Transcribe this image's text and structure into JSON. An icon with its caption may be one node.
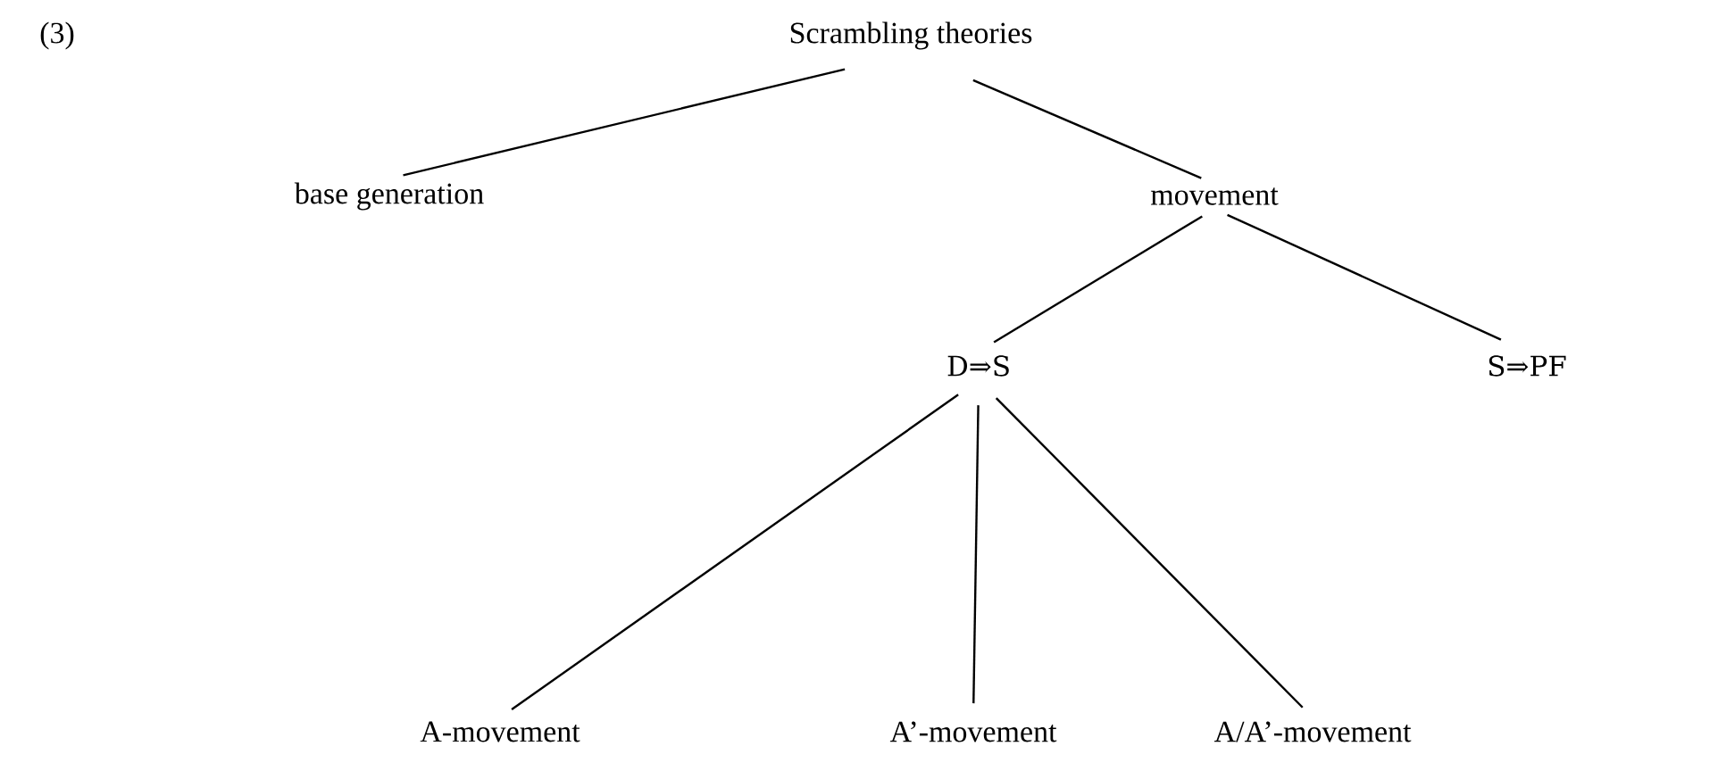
{
  "diagram": {
    "nodes": [
      {
        "text": [
          "Scrambling theories"
        ]
      },
      {
        "text": [
          "base generation"
        ]
      },
      {
        "text": [
          "movement"
        ]
      },
      {
        "text": [
          "D⇒S"
        ]
      },
      {
        "text": [
          "S⇒PF"
        ]
      },
      {
        "text": [
          "A-movement"
        ]
      },
      {
        "text": [
          "A’-movement"
        ]
      },
      {
        "text": [
          "A/A’-movement"
        ]
      }
    ],
    "edges": [
      {
        "from": 0,
        "to": 1,
        "arrow": "none"
      },
      {
        "from": 0,
        "to": 2,
        "arrow": "none"
      },
      {
        "from": 2,
        "to": 3,
        "arrow": "none"
      },
      {
        "from": 2,
        "to": 4,
        "arrow": "none"
      },
      {
        "from": 3,
        "to": 5,
        "arrow": "none"
      },
      {
        "from": 3,
        "to": 6,
        "arrow": "none"
      },
      {
        "from": 3,
        "to": 7,
        "arrow": "none"
      }
    ],
    "labels": [
      "(3)"
    ]
  }
}
